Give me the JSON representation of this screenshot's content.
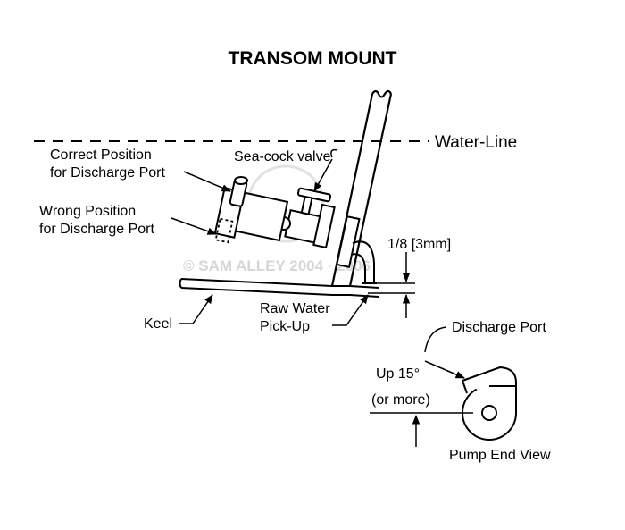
{
  "title": "TRANSOM MOUNT",
  "labels": {
    "water_line": "Water-Line",
    "correct_position": [
      "Correct Position",
      "for Discharge Port"
    ],
    "wrong_position": [
      "Wrong Position",
      "for Discharge Port"
    ],
    "sea_cock_valve": "Sea-cock valve",
    "clearance": "1/8 [3mm]",
    "keel": "Keel",
    "raw_water_pickup": [
      "Raw Water",
      "Pick-Up"
    ],
    "discharge_port": "Discharge Port",
    "up_angle": [
      "Up 15°",
      "(or more)"
    ],
    "pump_end_view": "Pump End View"
  },
  "watermark": "© SAM ALLEY 2004 · 2006"
}
